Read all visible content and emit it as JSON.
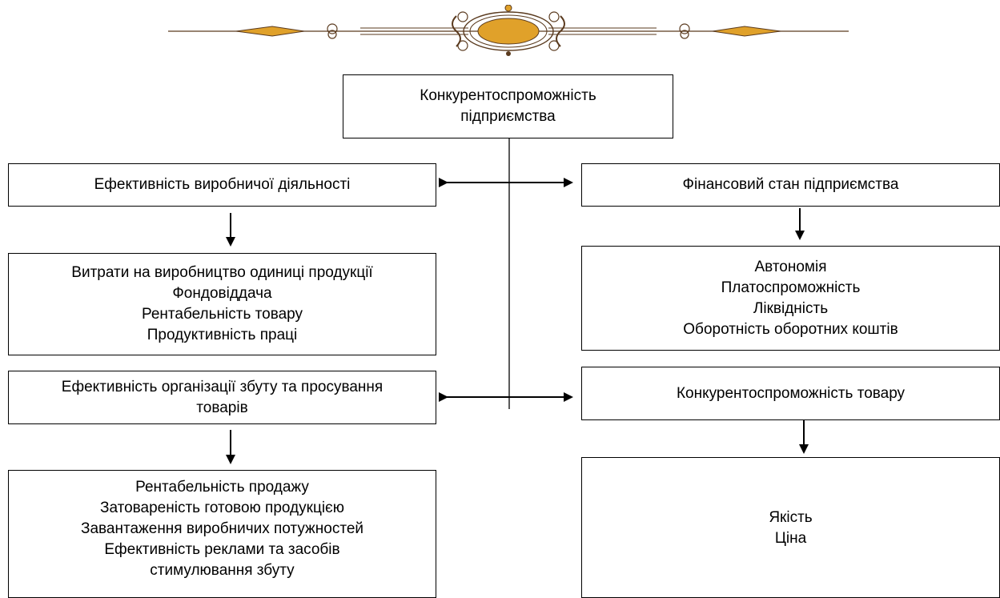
{
  "colors": {
    "ornament_gold": "#E0A12A",
    "ornament_dark": "#5A3A1E",
    "stroke": "#000000"
  },
  "ornament": {
    "icon": "decorative-divider-icon"
  },
  "boxes": {
    "root": {
      "lines": [
        "Конкурентоспроможність",
        "підприємства"
      ]
    },
    "production": {
      "lines": [
        "Ефективність виробничої діяльності"
      ]
    },
    "production_detail": {
      "lines": [
        "Витрати на виробництво одиниці продукції",
        "Фондовіддача",
        "Рентабельність товару",
        "Продуктивність праці"
      ]
    },
    "sales": {
      "lines": [
        "Ефективність організації збуту та просування",
        "товарів"
      ]
    },
    "sales_detail": {
      "lines": [
        "Рентабельність продажу",
        "Затовареність готовою продукцією",
        "Завантаження виробничих потужностей",
        "Ефективність реклами та засобів",
        "стимулювання збуту"
      ]
    },
    "finance": {
      "lines": [
        "Фінансовий стан підприємства"
      ]
    },
    "finance_detail": {
      "lines": [
        "Автономія",
        "Платоспроможність",
        "Ліквідність",
        "Оборотність оборотних коштів"
      ]
    },
    "product": {
      "lines": [
        "Конкурентоспроможність товару"
      ]
    },
    "product_detail": {
      "lines": [
        "Якість",
        "Ціна"
      ]
    }
  }
}
